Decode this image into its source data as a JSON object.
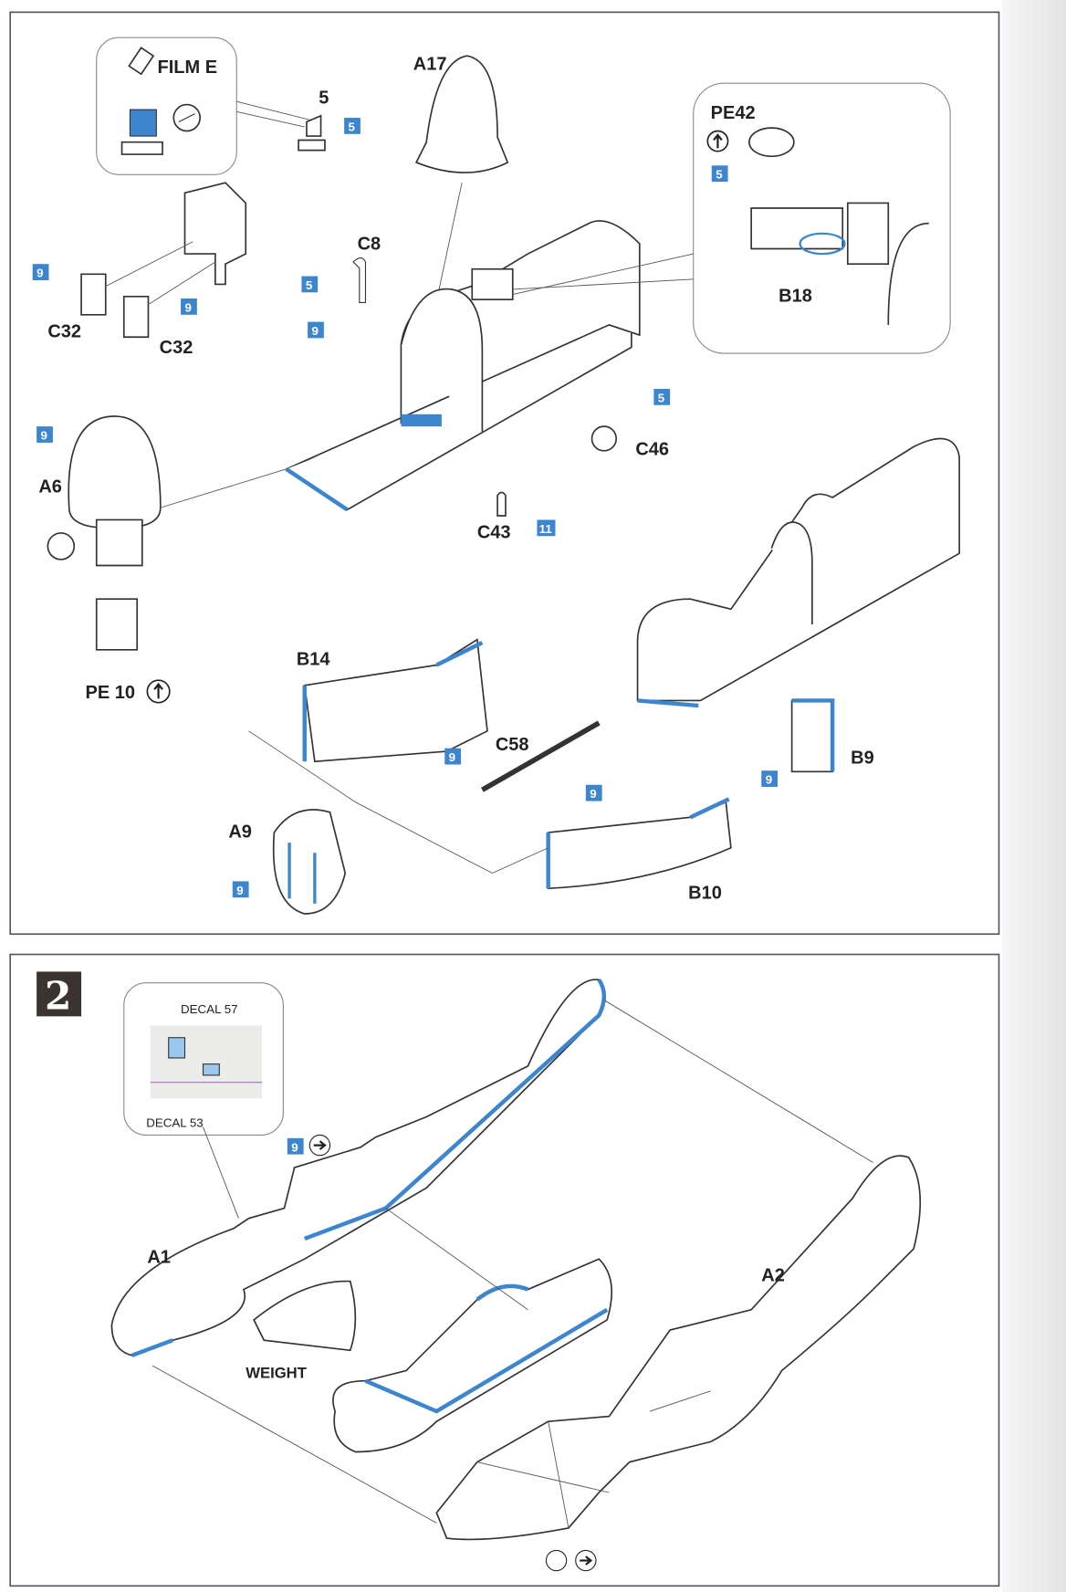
{
  "step1": {
    "callout_left": {
      "film_label": "FILM E"
    },
    "part_5_label": "5",
    "labels": {
      "A17": "A17",
      "PE42": "PE42",
      "B18": "B18",
      "C8": "C8",
      "C32a": "C32",
      "C32b": "C32",
      "A6": "A6",
      "C46": "C46",
      "C43": "C43",
      "PE10": "PE 10",
      "B14": "B14",
      "C58": "C58",
      "B9": "B9",
      "A9": "A9",
      "B10": "B10"
    },
    "badges": [
      "5",
      "5",
      "5",
      "9",
      "9",
      "9",
      "9",
      "5",
      "11",
      "9",
      "9",
      "9",
      "9"
    ]
  },
  "step2": {
    "step_number": "2",
    "decal_57": "DECAL 57",
    "decal_53": "DECAL 53",
    "labels": {
      "A1": "A1",
      "A2": "A2",
      "WEIGHT": "WEIGHT"
    },
    "badge": "9"
  },
  "colors": {
    "paint_badge": "#3d86cf",
    "step_badge": "#3a3330",
    "frame": "#555566"
  }
}
